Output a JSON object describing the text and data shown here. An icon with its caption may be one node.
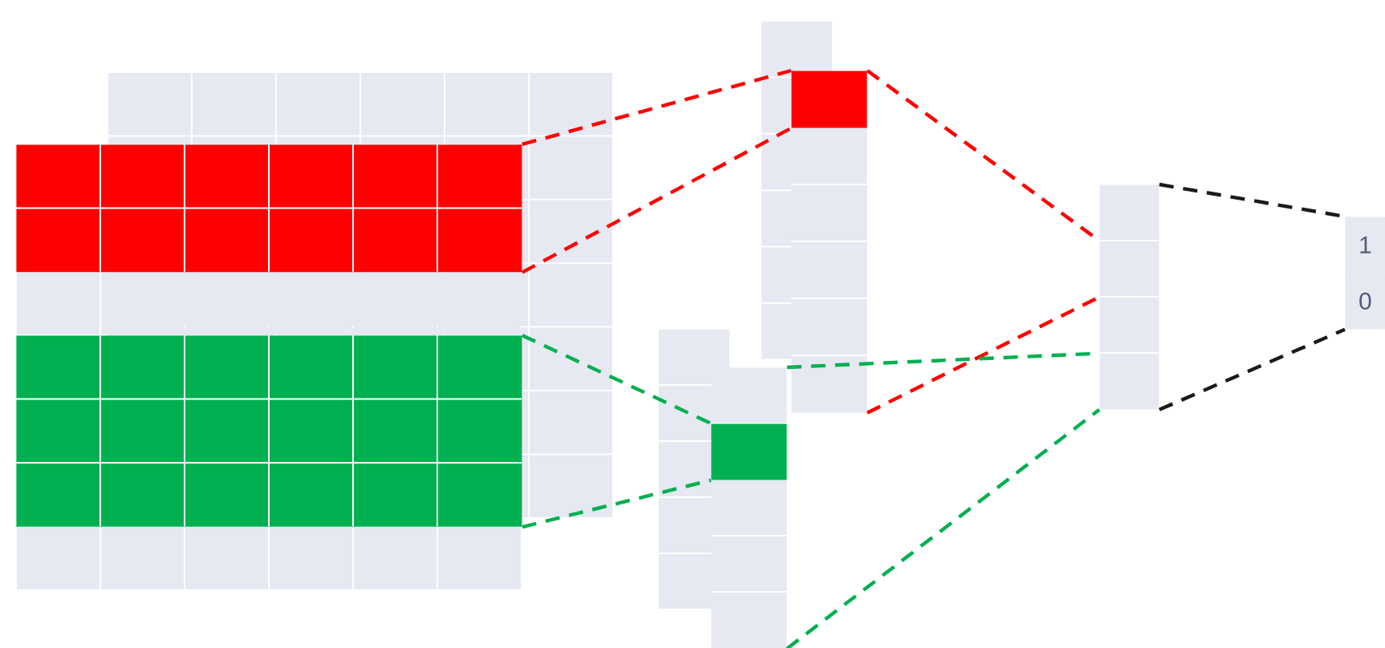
{
  "diagram": {
    "nodes": [
      {
        "text": [],
        "shape": "box"
      },
      {
        "text": [],
        "shape": "box"
      },
      {
        "text": [],
        "shape": "box"
      },
      {
        "text": [],
        "shape": "box",
        "in": 2
      },
      {
        "text": [],
        "shape": "box"
      },
      {
        "text": [],
        "shape": "box",
        "in": 4
      },
      {
        "text": [],
        "shape": "box"
      },
      {
        "text": [
          "1"
        ]
      },
      {
        "text": [
          "0"
        ]
      }
    ],
    "edges": [
      {
        "from": 0,
        "to": 3,
        "arrow": "none",
        "style": "dashed",
        "color": "#ff0000"
      },
      {
        "from": 0,
        "to": 3,
        "arrow": "none",
        "style": "dashed",
        "color": "#ff0000"
      },
      {
        "from": 1,
        "to": 5,
        "arrow": "none",
        "style": "dashed",
        "color": "#00b050"
      },
      {
        "from": 1,
        "to": 5,
        "arrow": "none",
        "style": "dashed",
        "color": "#00b050"
      },
      {
        "from": 2,
        "to": 6,
        "arrow": "none",
        "style": "dashed",
        "color": "#ff0000"
      },
      {
        "from": 2,
        "to": 6,
        "arrow": "none",
        "style": "dashed",
        "color": "#ff0000"
      },
      {
        "from": 4,
        "to": 6,
        "arrow": "none",
        "style": "dashed",
        "color": "#00b050"
      },
      {
        "from": 4,
        "to": 6,
        "arrow": "none",
        "style": "dashed",
        "color": "#00b050"
      },
      {
        "from": 6,
        "to": 7,
        "arrow": "none",
        "style": "dashed",
        "color": "#1a1a1a"
      },
      {
        "from": 6,
        "to": 8,
        "arrow": "none",
        "style": "dashed",
        "color": "#1a1a1a"
      }
    ]
  }
}
